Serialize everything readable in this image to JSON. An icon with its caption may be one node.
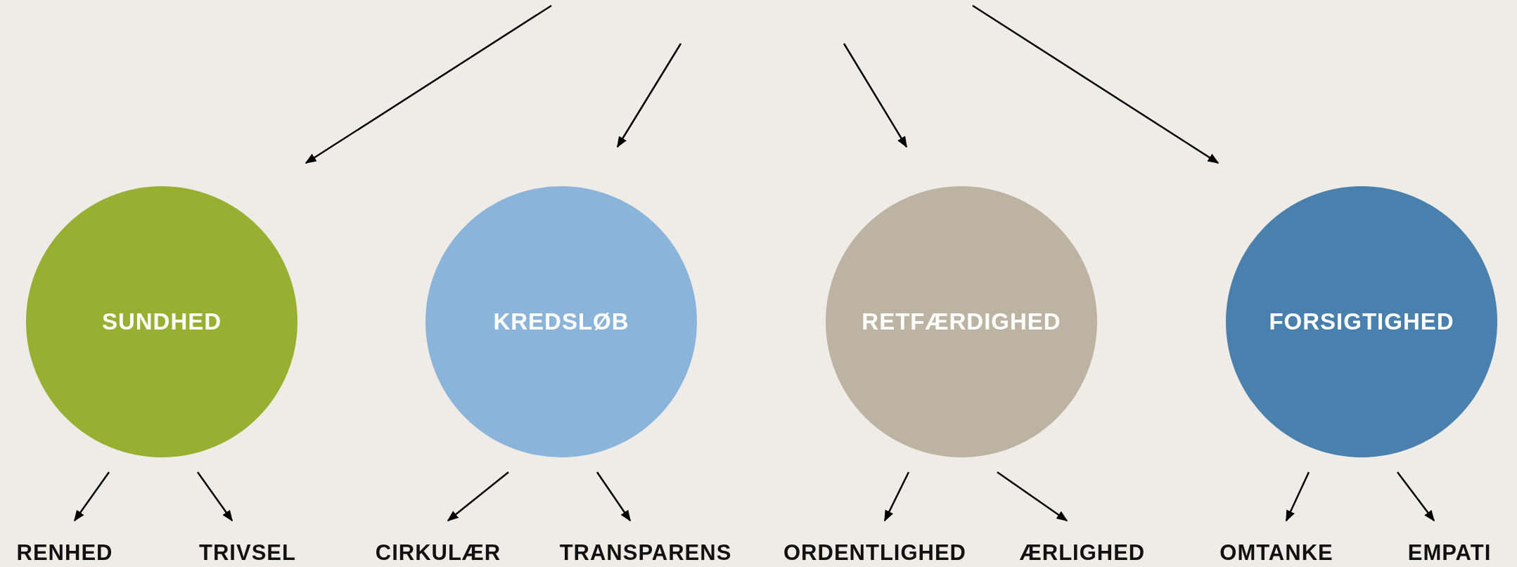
{
  "diagram": {
    "nodes": [
      {
        "text": [
          "SUNDHED"
        ]
      },
      {
        "text": [
          "KREDSLØB"
        ]
      },
      {
        "text": [
          "RETFÆRDIGHED"
        ]
      },
      {
        "text": [
          "FORSIGTIGHED"
        ]
      },
      {
        "text": [
          "RENHED"
        ]
      },
      {
        "text": [
          "TRIVSEL"
        ]
      },
      {
        "text": [
          "CIRKULÆR"
        ]
      },
      {
        "text": [
          "TRANSPARENS"
        ]
      },
      {
        "text": [
          "ORDENTLIGHED"
        ]
      },
      {
        "text": [
          "ÆRLIGHED"
        ]
      },
      {
        "text": [
          "OMTANKE"
        ]
      },
      {
        "text": [
          "EMPATI"
        ]
      }
    ],
    "edges": [
      {
        "from": null,
        "to": 0,
        "arrow": "to"
      },
      {
        "from": null,
        "to": 1,
        "arrow": "to"
      },
      {
        "from": null,
        "to": 2,
        "arrow": "to"
      },
      {
        "from": null,
        "to": 3,
        "arrow": "to"
      },
      {
        "from": 0,
        "to": 4,
        "arrow": "to"
      },
      {
        "from": 0,
        "to": 5,
        "arrow": "to"
      },
      {
        "from": 1,
        "to": 6,
        "arrow": "to"
      },
      {
        "from": 1,
        "to": 7,
        "arrow": "to"
      },
      {
        "from": 2,
        "to": 8,
        "arrow": "to"
      },
      {
        "from": 2,
        "to": 9,
        "arrow": "to"
      },
      {
        "from": 3,
        "to": 10,
        "arrow": "to"
      },
      {
        "from": 3,
        "to": 11,
        "arrow": "to"
      }
    ]
  }
}
